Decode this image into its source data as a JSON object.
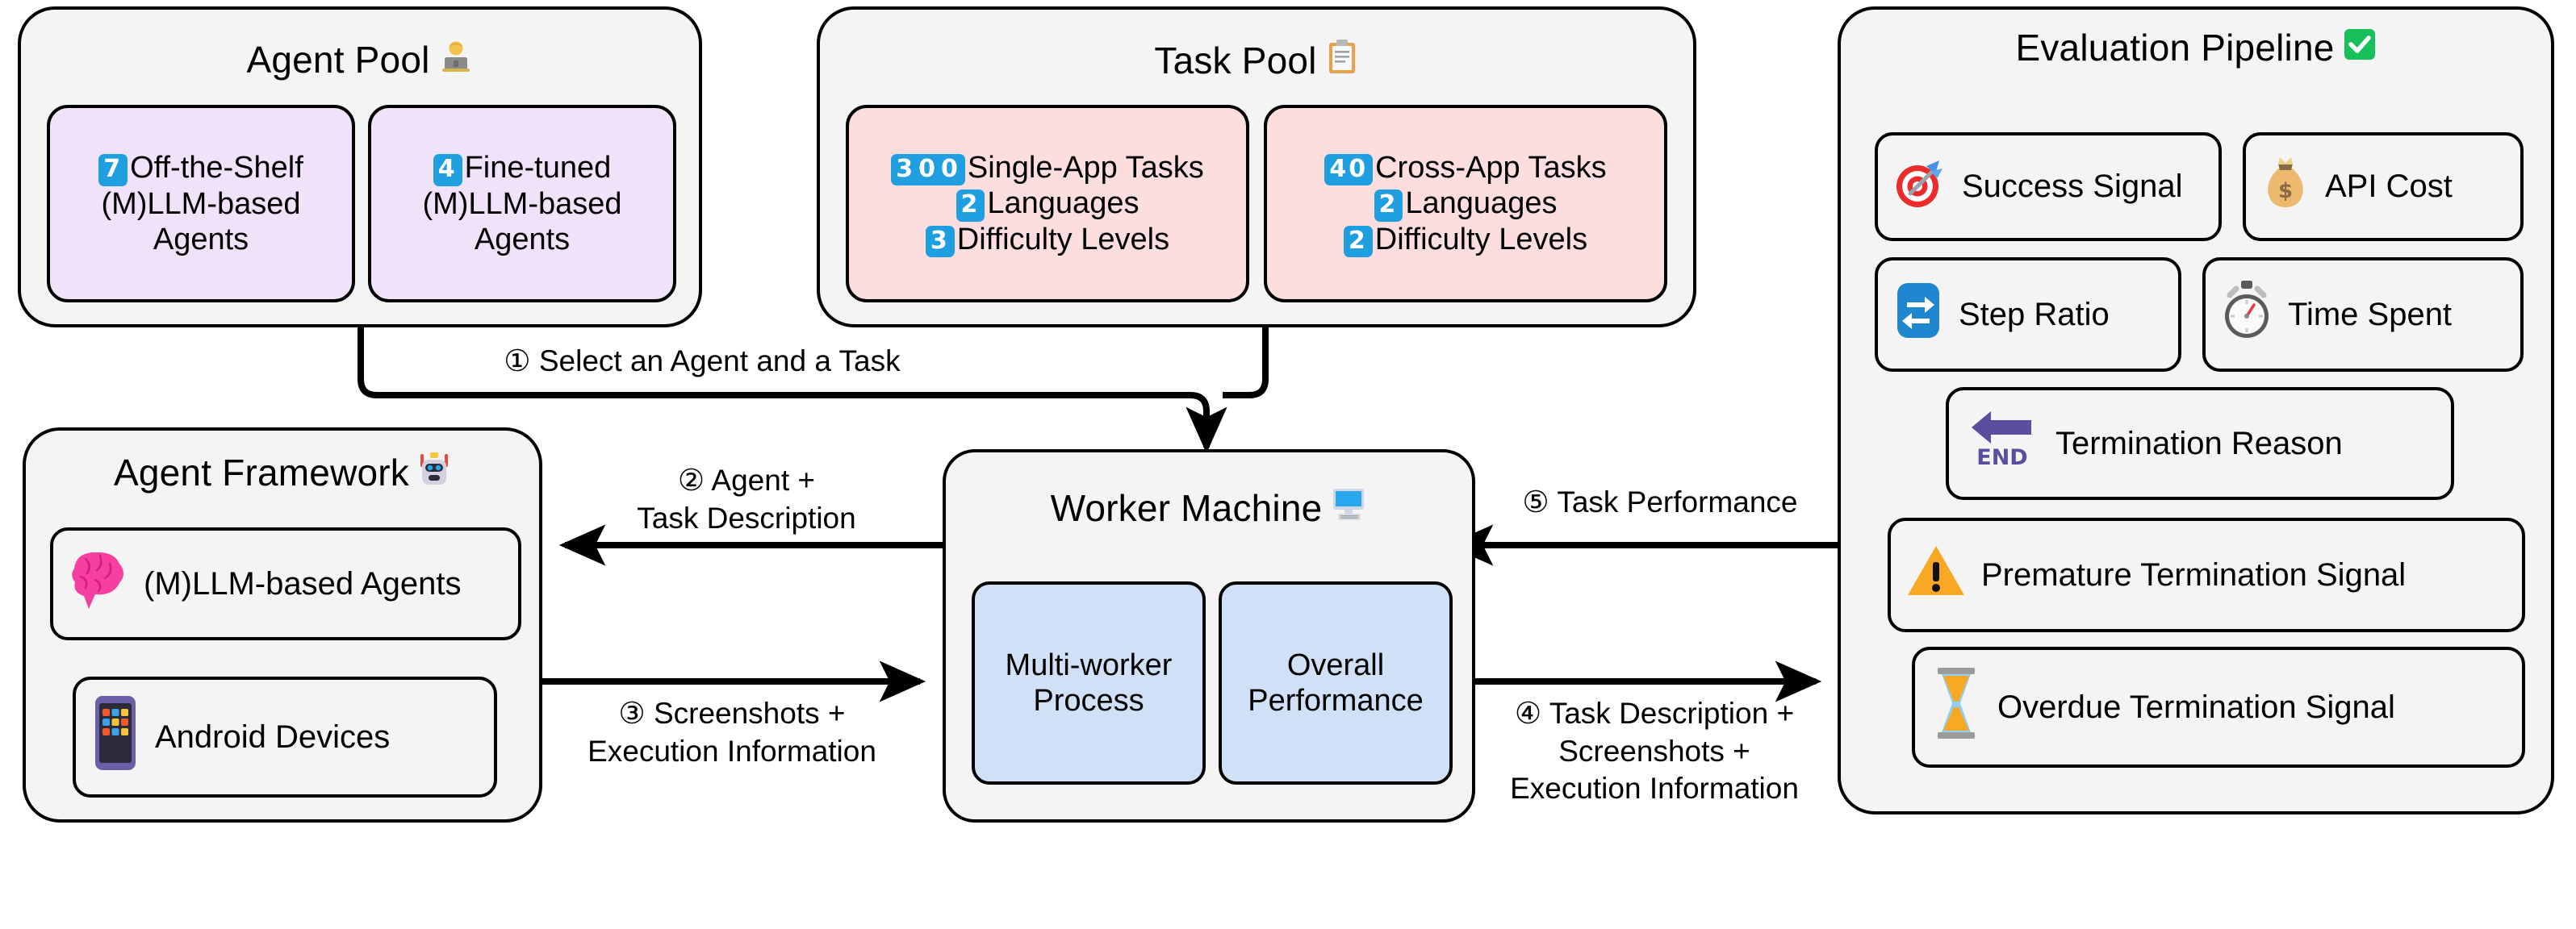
{
  "agent_pool": {
    "title": "Agent Pool",
    "title_icon": "technologist-emoji",
    "cards": [
      {
        "badge": "7",
        "line1": "Off-the-Shelf",
        "line2": "(M)LLM-based",
        "line3": "Agents",
        "name": "off-the-shelf-agents-card"
      },
      {
        "badge": "4",
        "line1": "Fine-tuned",
        "line2": "(M)LLM-based",
        "line3": "Agents",
        "name": "fine-tuned-agents-card"
      }
    ]
  },
  "task_pool": {
    "title": "Task Pool",
    "title_icon": "clipboard-emoji",
    "cards": [
      {
        "name": "single-app-tasks-card",
        "rows": [
          {
            "badge": "300",
            "text": "Single-App Tasks"
          },
          {
            "badge": "2",
            "text": "Languages"
          },
          {
            "badge": "3",
            "text": "Difficulty Levels"
          }
        ]
      },
      {
        "name": "cross-app-tasks-card",
        "rows": [
          {
            "badge": "40",
            "text": "Cross-App Tasks"
          },
          {
            "badge": "2",
            "text": "Languages"
          },
          {
            "badge": "2",
            "text": "Difficulty Levels"
          }
        ]
      }
    ]
  },
  "evaluation_pipeline": {
    "title": "Evaluation Pipeline",
    "title_icon": "check-mark-button-emoji",
    "metrics": [
      {
        "label": "Success Signal",
        "icon": "dart-emoji",
        "name": "metric-success-signal"
      },
      {
        "label": "API Cost",
        "icon": "money-bag-emoji",
        "name": "metric-api-cost"
      },
      {
        "label": "Step Ratio",
        "icon": "repeat-button-emoji",
        "name": "metric-step-ratio"
      },
      {
        "label": "Time Spent",
        "icon": "stopwatch-emoji",
        "name": "metric-time-spent"
      },
      {
        "label": "Termination Reason",
        "icon": "end-arrow-emoji",
        "name": "metric-termination-reason"
      },
      {
        "label": "Premature Termination Signal",
        "icon": "warning-emoji",
        "name": "metric-premature-termination-signal"
      },
      {
        "label": "Overdue Termination Signal",
        "icon": "hourglass-emoji",
        "name": "metric-overdue-termination-signal"
      }
    ]
  },
  "agent_framework": {
    "title": "Agent Framework",
    "title_icon": "robot-emoji",
    "cards": [
      {
        "label": "(M)LLM-based Agents",
        "icon": "brain-emoji",
        "name": "mllm-based-agents-card"
      },
      {
        "label": "Android Devices",
        "icon": "mobile-phone-emoji",
        "name": "android-devices-card"
      }
    ]
  },
  "worker_machine": {
    "title": "Worker Machine",
    "title_icon": "desktop-computer-emoji",
    "cards": [
      {
        "line1": "Multi-worker",
        "line2": "Process",
        "name": "multi-worker-process-card"
      },
      {
        "line1": "Overall",
        "line2": "Performance",
        "name": "overall-performance-card"
      }
    ]
  },
  "edges": [
    {
      "id": "1",
      "marker": "①",
      "lines": [
        "Select an Agent and a Task"
      ],
      "name": "edge-label-select-agent-task"
    },
    {
      "id": "2",
      "marker": "②",
      "lines": [
        "Agent +",
        "Task Description"
      ],
      "name": "edge-label-agent-task-description"
    },
    {
      "id": "3",
      "marker": "③",
      "lines": [
        "Screenshots +",
        "Execution Information"
      ],
      "name": "edge-label-screenshots-execution"
    },
    {
      "id": "4",
      "marker": "④",
      "lines": [
        "Task Description +",
        "Screenshots +",
        "Execution Information"
      ],
      "name": "edge-label-task-screenshots-execution"
    },
    {
      "id": "5",
      "marker": "⑤",
      "lines": [
        "Task Performance"
      ],
      "name": "edge-label-task-performance"
    }
  ],
  "colors": {
    "panel_bg": "#f4f4f4",
    "purple_card": "#f0e2f8",
    "pink_card": "#fbdedd",
    "blue_card": "#cfe0f7",
    "cream_card": "#fdf3cf",
    "mint_card": "#e2f6dd",
    "ice_card": "#d8f6fb",
    "badge_blue": "#1f9fe0",
    "stroke": "#000000"
  }
}
